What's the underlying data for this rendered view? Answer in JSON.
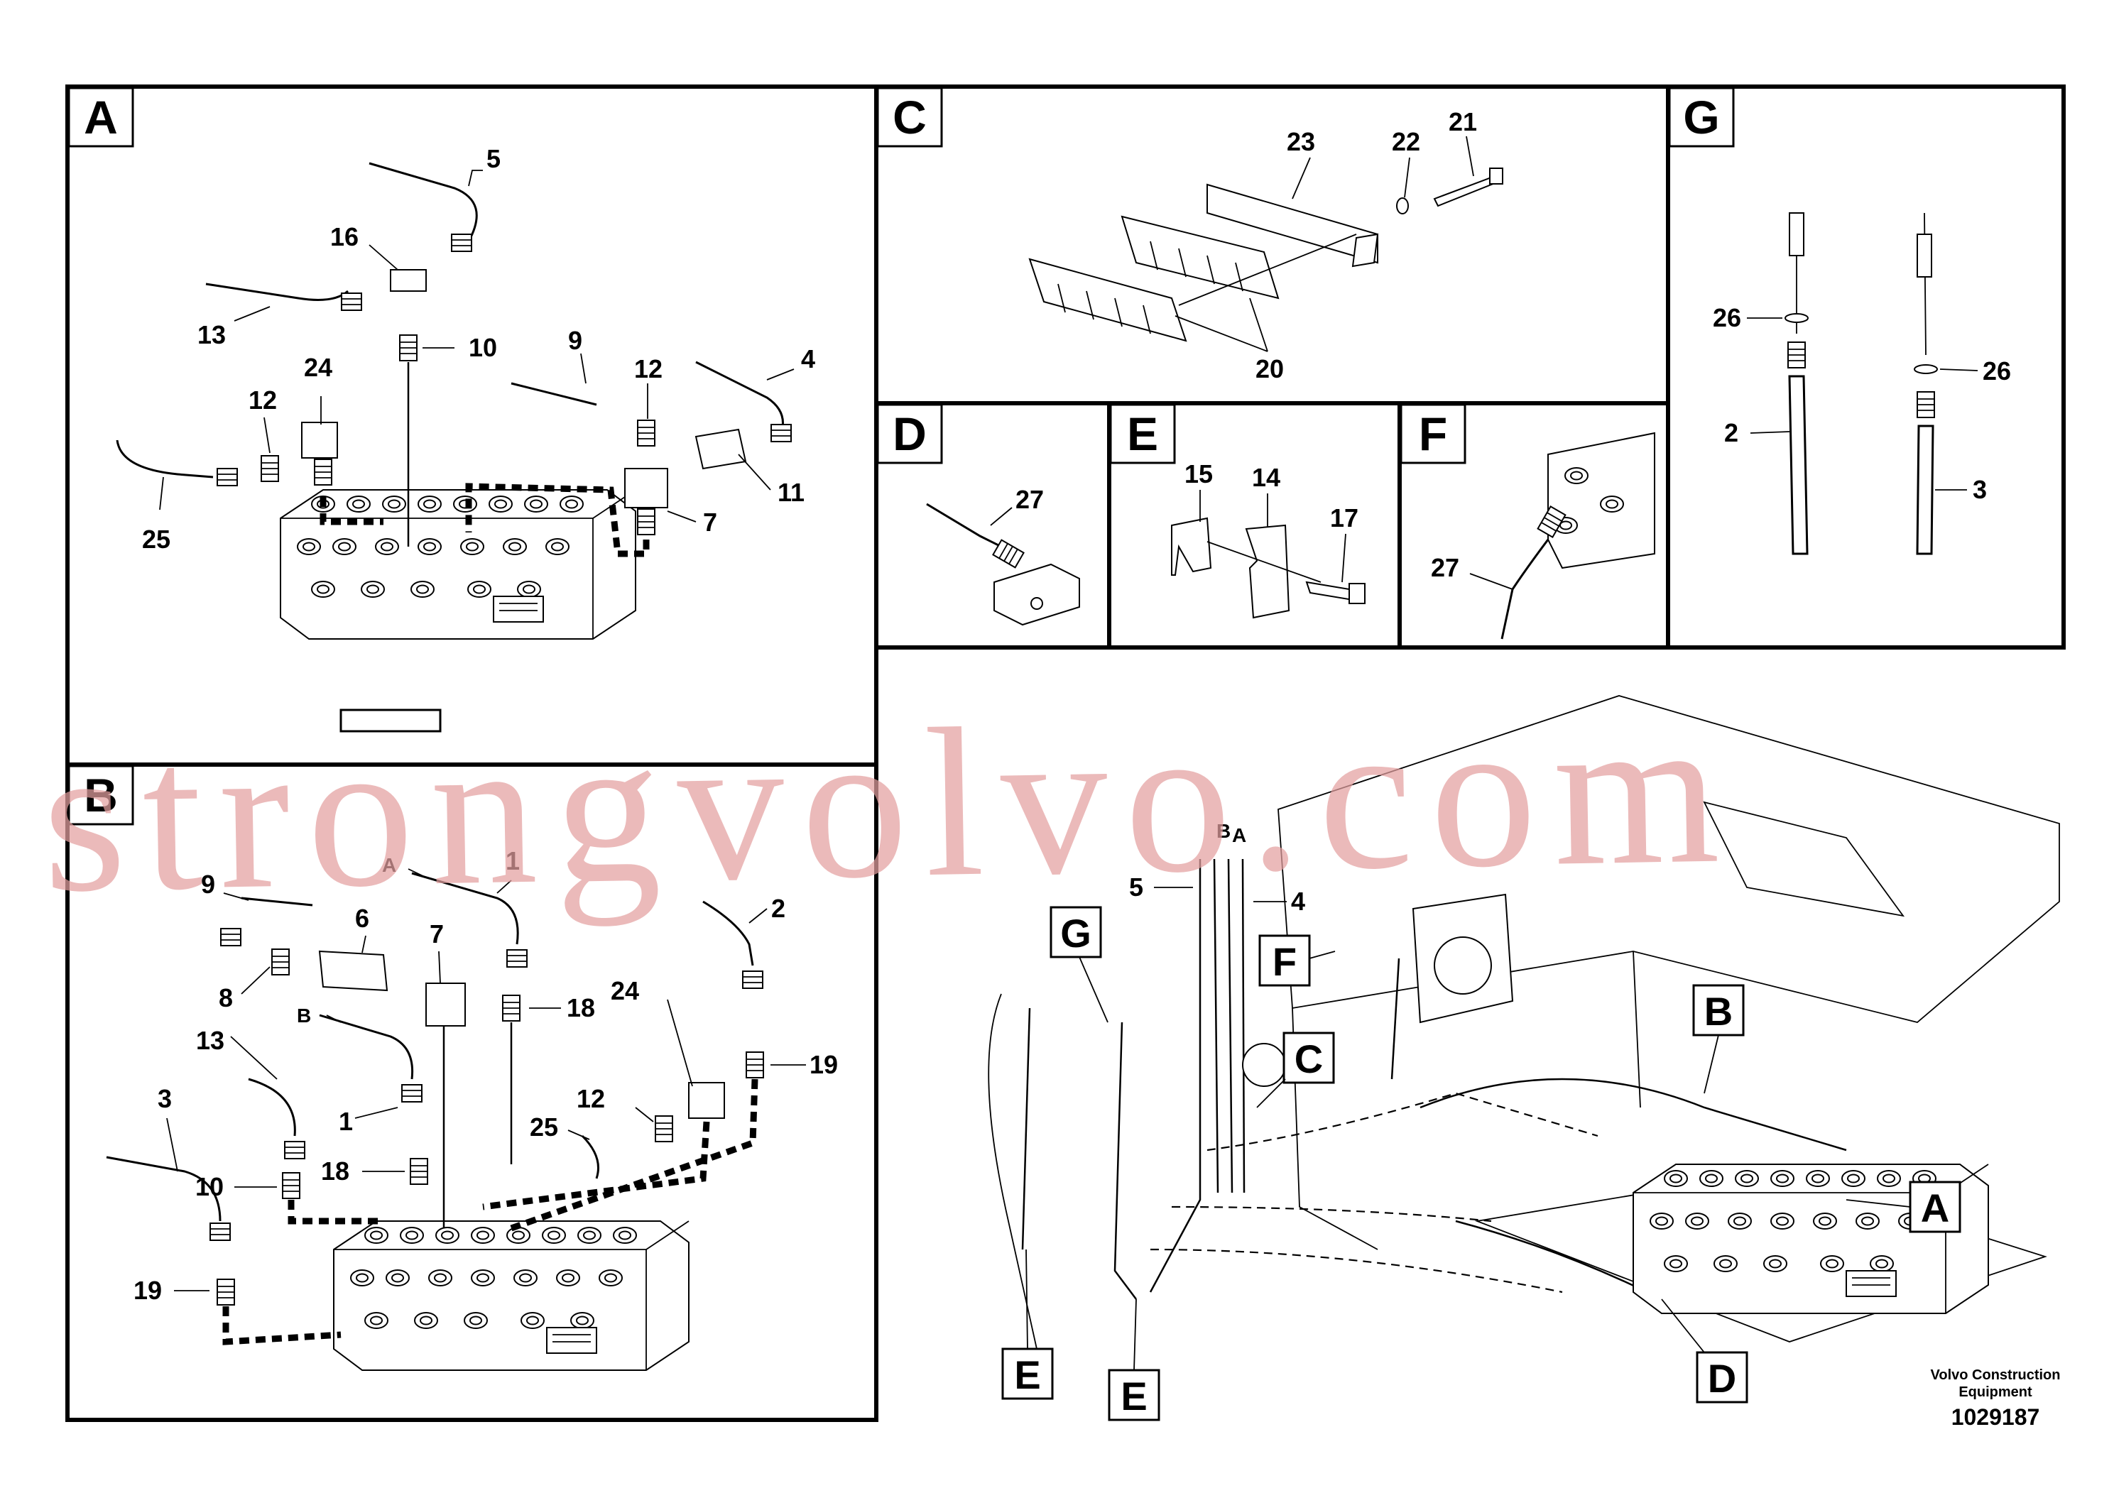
{
  "panels": [
    {
      "id": "A",
      "label": "A"
    },
    {
      "id": "B",
      "label": "B"
    },
    {
      "id": "C",
      "label": "C"
    },
    {
      "id": "D",
      "label": "D"
    },
    {
      "id": "E",
      "label": "E"
    },
    {
      "id": "F",
      "label": "F"
    },
    {
      "id": "G",
      "label": "G"
    }
  ],
  "panel_a": {
    "callouts": [
      "5",
      "16",
      "13",
      "10",
      "24",
      "12",
      "25",
      "9",
      "12",
      "4",
      "11",
      "7"
    ]
  },
  "panel_b": {
    "callouts": [
      "A",
      "1",
      "9",
      "6",
      "8",
      "7",
      "2",
      "B",
      "13",
      "1",
      "18",
      "24",
      "12",
      "25",
      "3",
      "10",
      "18",
      "19",
      "19"
    ]
  },
  "panel_c": {
    "callouts": [
      "23",
      "22",
      "21",
      "20"
    ]
  },
  "panel_d": {
    "callouts": [
      "27"
    ]
  },
  "panel_e": {
    "callouts": [
      "15",
      "14",
      "17"
    ]
  },
  "panel_f": {
    "callouts": [
      "27"
    ]
  },
  "panel_g": {
    "callouts": [
      "26",
      "26",
      "2",
      "3"
    ]
  },
  "overview": {
    "callouts": [
      "B",
      "A",
      "5",
      "4"
    ],
    "detail_refs": [
      "G",
      "F",
      "C",
      "B",
      "A",
      "D",
      "E",
      "E"
    ]
  },
  "watermark": "strongvolvo.com",
  "brand": [
    "Volvo Construction",
    "Equipment"
  ],
  "doc_number": "1029187"
}
